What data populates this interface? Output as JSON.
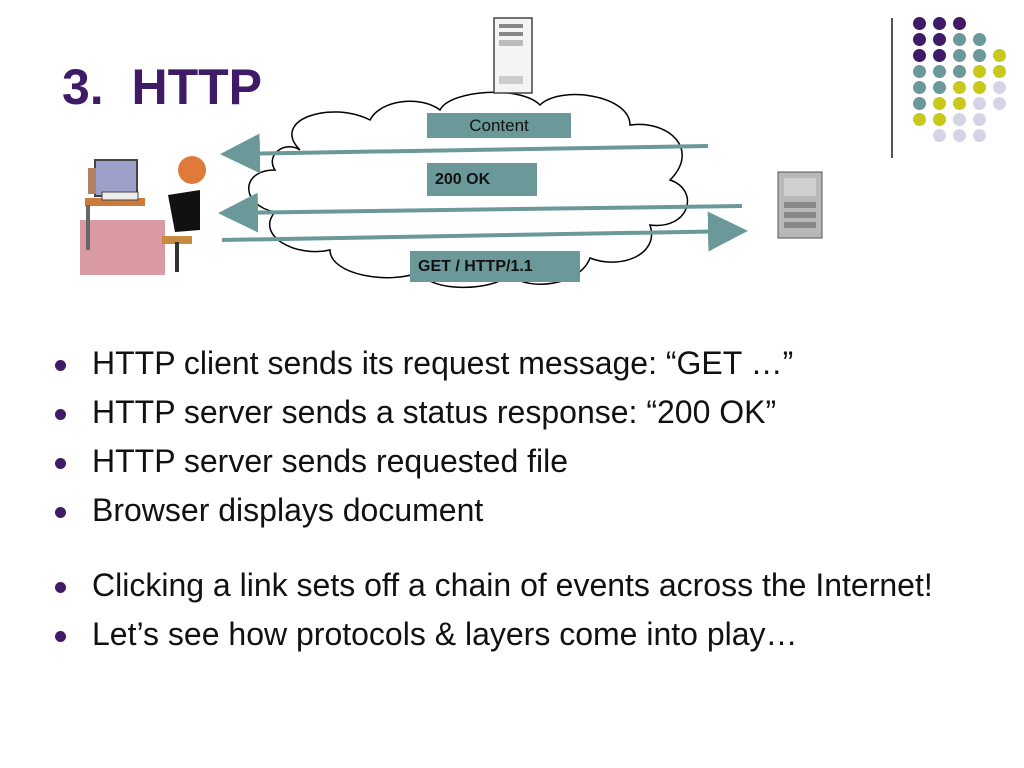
{
  "slide": {
    "title": "3.  HTTP"
  },
  "diagram": {
    "labels": {
      "content": "Content",
      "status": "200 OK",
      "request": "GET / HTTP/1.1"
    },
    "colors": {
      "arrow": "#6b9999",
      "label_bg": "#6b9999"
    }
  },
  "bullets": [
    "HTTP client sends its request message: “GET …”",
    "HTTP server sends a status response: “200 OK”",
    "HTTP server sends requested file",
    "Browser displays document",
    "Clicking a link sets off a chain of events across the Internet!",
    "Let’s see how protocols & layers come into play…"
  ],
  "theme": {
    "title_color": "#3f1a66",
    "dot_colors": [
      "#3f1a66",
      "#6b9999",
      "#c8c81e",
      "#d4d4e6"
    ]
  }
}
